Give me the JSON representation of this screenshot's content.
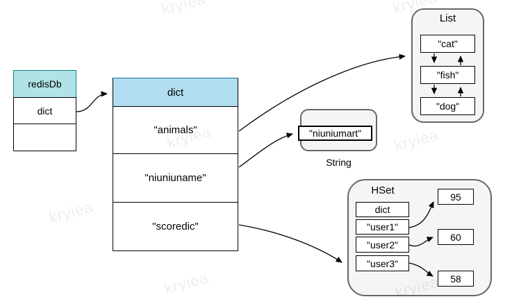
{
  "watermark": "kryiea",
  "redis_db": {
    "title": "redisDb",
    "row_dict": "dict",
    "row_empty": ""
  },
  "dict_table": {
    "title": "dict",
    "rows": [
      "\"animals\"",
      "\"niuniuname\"",
      "\"scoredic\""
    ]
  },
  "list_box": {
    "title": "List",
    "items": [
      "\"cat\"",
      "\"fish\"",
      "\"dog\""
    ]
  },
  "string_box": {
    "value": "\"niuniumart\"",
    "label": "String"
  },
  "hset_box": {
    "title": "HSet",
    "keys": [
      "dict",
      "\"user1\"",
      "\"user2\"",
      "\"user3\""
    ],
    "values": [
      "95",
      "60",
      "58"
    ]
  },
  "colors": {
    "redis_header_fill": "#b0e3e6",
    "redis_header_stroke": "#0e8088",
    "dict_header_fill": "#b1ddf0",
    "container_fill": "#f5f5f5",
    "container_stroke": "#666666",
    "line_color": "#000000"
  }
}
